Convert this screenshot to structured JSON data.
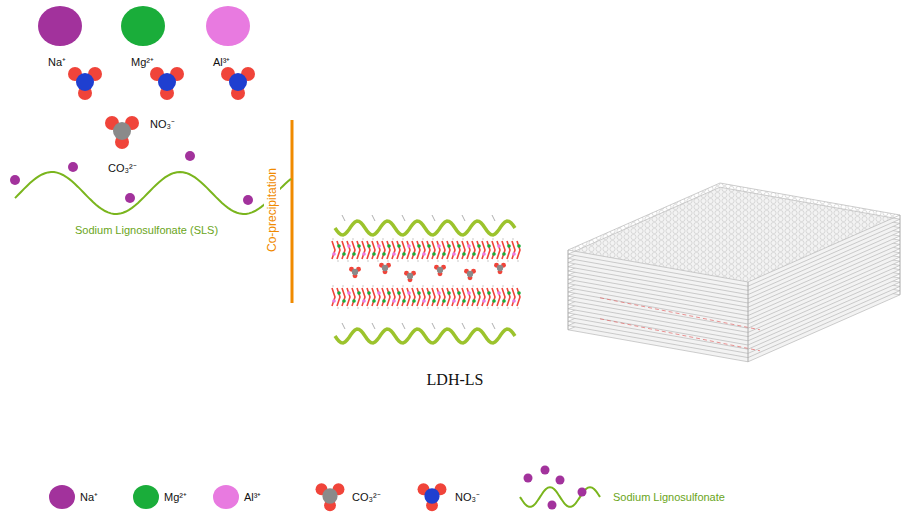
{
  "diagram": {
    "labels": [
      "Na⁺",
      "Mg²⁺",
      "Al³⁺",
      "NO₃⁻",
      "CO₃²⁻",
      "Sodium Lignosulfonate (SLS)",
      "Co-precipitation",
      "LDH-LS"
    ],
    "legend": [
      {
        "text": "Na⁺",
        "color": "#a2329c"
      },
      {
        "text": "Mg²⁺",
        "color": "#1aad3a"
      },
      {
        "text": "Al³⁺",
        "color": "#e87ae0"
      },
      {
        "text": "CO₃²⁻"
      },
      {
        "text": "NO₃⁻"
      },
      {
        "text": "Sodium Lignosulfonate"
      }
    ]
  }
}
